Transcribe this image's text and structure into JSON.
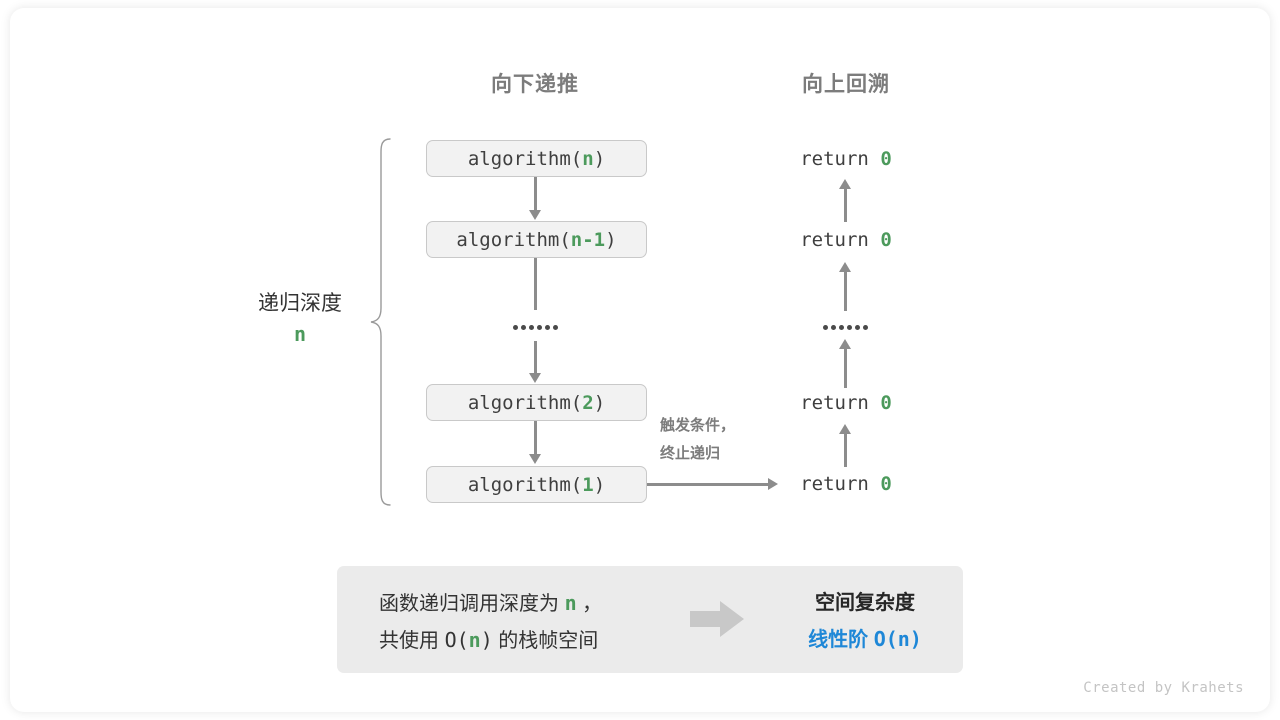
{
  "meta": {
    "credit": "Created by Krahets",
    "colors": {
      "green": "#4c9a5c",
      "blue": "#1e87d7",
      "gray_text": "#7c7c7c",
      "arrow": "#8c8c8c",
      "box_fill": "#f2f2f2",
      "box_border": "#c9c9c9",
      "panel_fill": "#ebebeb",
      "card_bg": "#ffffff"
    }
  },
  "headers": {
    "left": "向下递推",
    "right": "向上回溯"
  },
  "depth": {
    "label": "递归深度",
    "value": "n"
  },
  "call_stack": [
    {
      "prefix": "algorithm(",
      "arg": "n",
      "suffix": ")"
    },
    {
      "prefix": "algorithm(",
      "arg": "n-1",
      "suffix": ")"
    },
    {
      "ellipsis": true,
      "dots": 6
    },
    {
      "prefix": "algorithm(",
      "arg": "2",
      "suffix": ")"
    },
    {
      "prefix": "algorithm(",
      "arg": "1",
      "suffix": ")"
    }
  ],
  "returns": [
    {
      "text": "return ",
      "value": "0"
    },
    {
      "text": "return ",
      "value": "0"
    },
    {
      "ellipsis": true,
      "dots": 6
    },
    {
      "text": "return ",
      "value": "0"
    },
    {
      "text": "return ",
      "value": "0"
    }
  ],
  "trigger_note": {
    "line1": "触发条件，",
    "line2": "终止递归"
  },
  "panel": {
    "left_line1_a": "函数递归调用深度为 ",
    "left_line1_n": "n",
    "left_line1_b": " ，",
    "left_line2_a": "共使用 ",
    "left_line2_b": "O(",
    "left_line2_n": "n",
    "left_line2_c": ")",
    "left_line2_d": " 的栈帧空间",
    "arrow_icon": "block-arrow-right-icon",
    "right_title": "空间复杂度",
    "right_order": "线性阶 ",
    "right_notation": "O(n)"
  }
}
